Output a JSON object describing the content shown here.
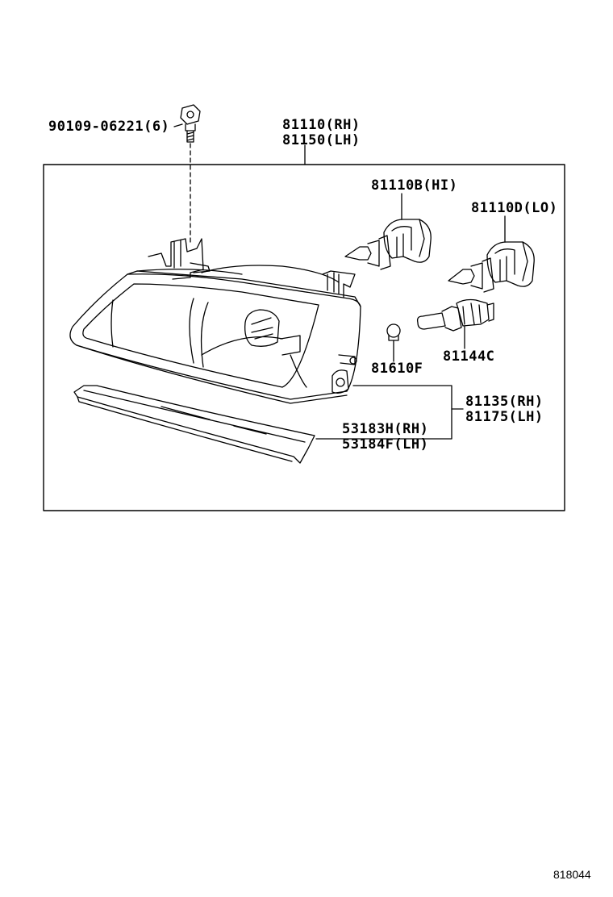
{
  "diagram": {
    "labels": {
      "bolt": "90109-06221(6)",
      "headlamp_rh": "81110(RH)",
      "headlamp_lh": "81150(LH)",
      "bulb_hi": "81110B(HI)",
      "bulb_lo": "81110D(LO)",
      "bulb_small": "81610F",
      "socket": "81144C",
      "cover_rh": "81135(RH)",
      "cover_lh": "81175(LH)",
      "molding_rh": "53183H(RH)",
      "molding_lh": "53184F(LH)"
    },
    "figure_number": "818044",
    "colors": {
      "line": "#000000",
      "background": "#ffffff"
    }
  }
}
